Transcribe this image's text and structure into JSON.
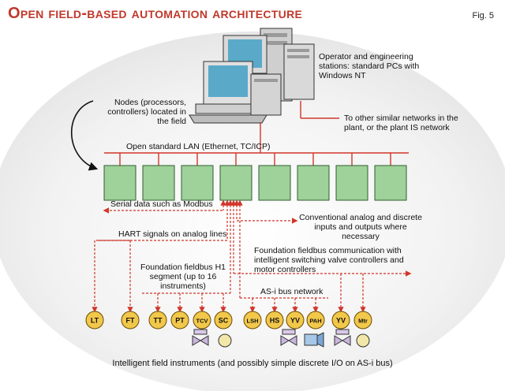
{
  "title": "Open field-based automation architecture",
  "fig_label": "Fig. 5",
  "labels": {
    "operator": "Operator and engineering stations: standard PCs with Windows NT",
    "nodes": "Nodes (processors, controllers) located in the field",
    "other_networks": "To other similar networks in the plant, or the plant IS network",
    "lan": "Open standard LAN (Ethernet, TC/ICP)",
    "serial": "Serial data such as Modbus",
    "conventional": "Conventional analog and discrete inputs and outputs where necessary",
    "hart": "HART signals on analog lines",
    "foundation_comm": "Foundation fieldbus communication with intelligent switching valve controllers and motor controllers",
    "h1": "Foundation fieldbus H1 segment (up to 16 instruments)",
    "asi": "AS-i bus network",
    "caption": "Intelligent field instruments (and possibly simple discrete I/O on AS-i bus)"
  },
  "instruments": [
    "LT",
    "FT",
    "TT",
    "PT",
    "TCV",
    "SC",
    "LSH",
    "HS",
    "YV",
    "PAH",
    "YV",
    "Mtr"
  ],
  "colors": {
    "title": "#c0392b",
    "network_line": "#d0362a",
    "node_fill": "#9fd29a",
    "instrument_fill": "#f2c84b",
    "pc_body": "#d9d9d9",
    "screen": "#5aa9c9"
  },
  "icons": [
    "computer-icon",
    "valve-icon",
    "motor-icon",
    "pump-icon"
  ]
}
